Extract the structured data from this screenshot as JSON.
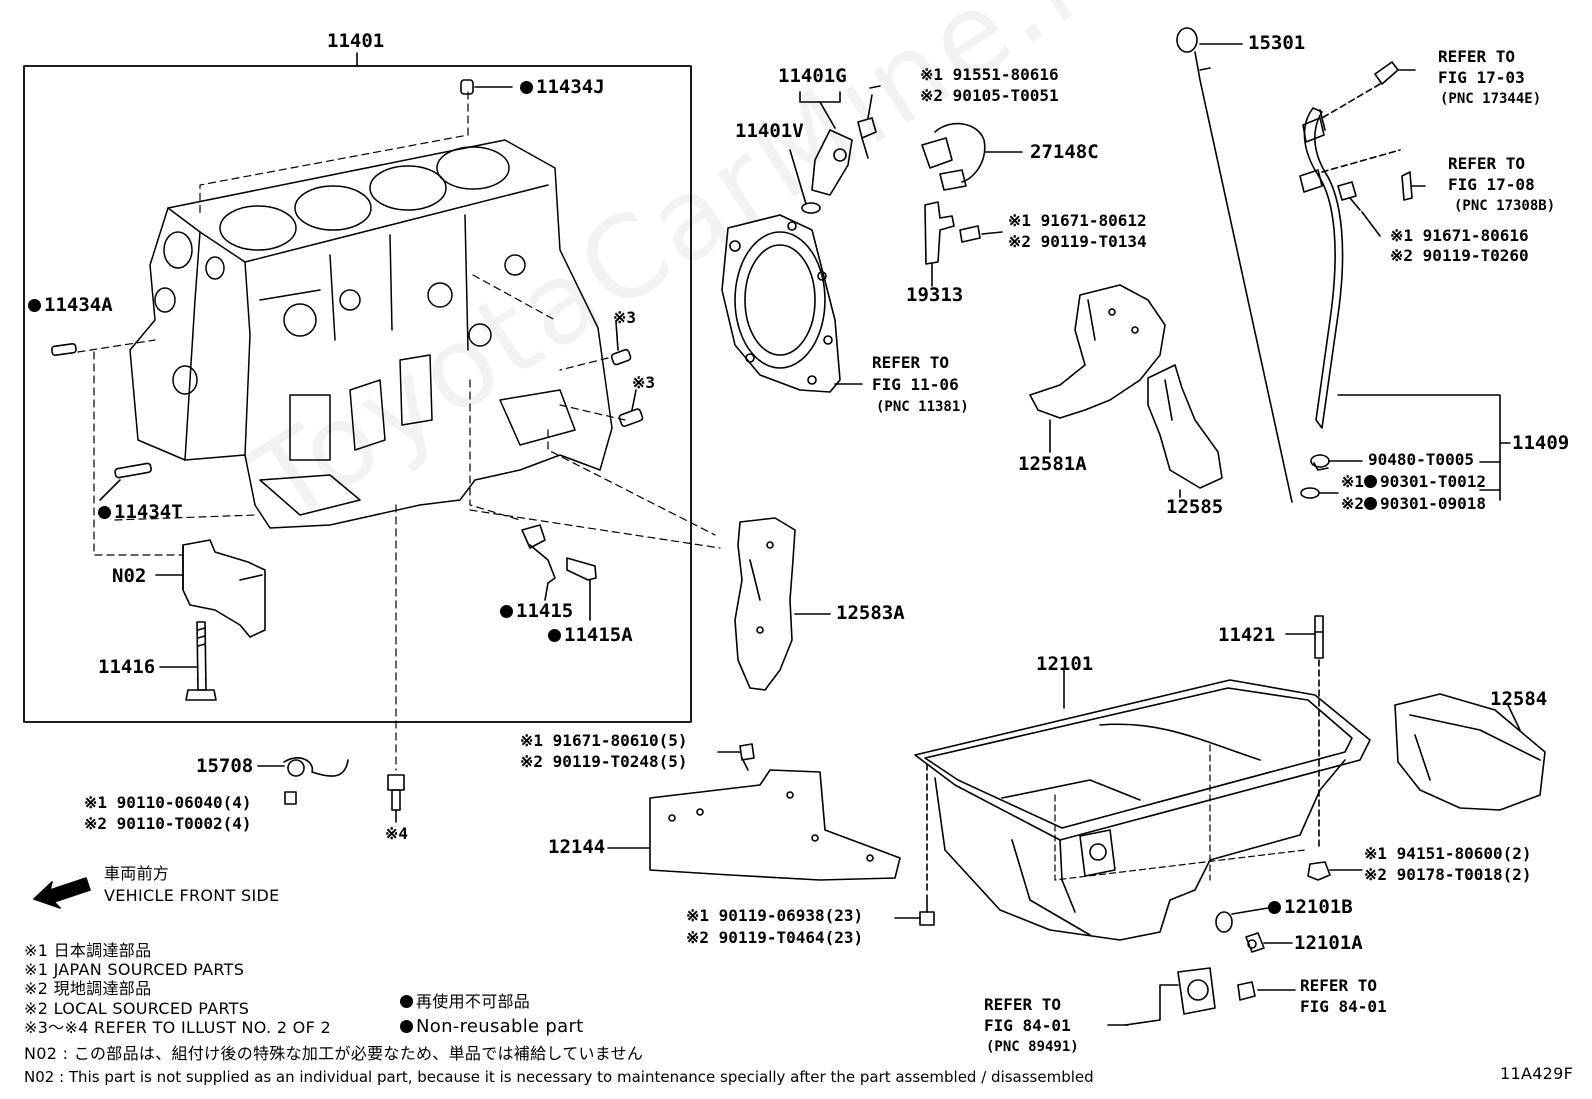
{
  "watermark": "ToyotaCarMine.ru",
  "figure_code": "11A429F",
  "labels": {
    "block": "11401",
    "p11434J": "11434J",
    "p11434A": "11434A",
    "p11434T": "11434T",
    "pN02": "N02",
    "p11416": "11416",
    "p11415": "11415",
    "p11415A": "11415A",
    "note3a": "※3",
    "note3b": "※3",
    "note4": "※4",
    "p11401G": "11401G",
    "p11401V": "11401V",
    "b11401G_1": "※1 91551-80616",
    "b11401G_2": "※2 90105-T0051",
    "p27148C": "27148C",
    "b19313_1": "※1 91671-80612",
    "b19313_2": "※2 90119-T0134",
    "p19313": "19313",
    "ref1106_a": "REFER TO",
    "ref1106_b": "FIG 11-06",
    "ref1106_c": "(PNC 11381)",
    "p12581A": "12581A",
    "p12585": "12585",
    "p12583A": "12583A",
    "p15301": "15301",
    "ref1703_a": "REFER TO",
    "ref1703_b": "FIG 17-03",
    "ref1703_c": "(PNC 17344E)",
    "ref1708_a": "REFER TO",
    "ref1708_b": "FIG 17-08",
    "ref1708_c": "(PNC 17308B)",
    "b1708_1": "※1 91671-80616",
    "b1708_2": "※2 90119-T0260",
    "p11409": "11409",
    "s11409_a": "90480-T0005",
    "s11409_b": "※1",
    "s11409_b2": "90301-T0012",
    "s11409_c": "※2",
    "s11409_c2": "90301-09018",
    "p11421": "11421",
    "p12101": "12101",
    "p12584": "12584",
    "b12144_1": "※1 91671-80610(5)",
    "b12144_2": "※2 90119-T0248(5)",
    "p12144": "12144",
    "p15708": "15708",
    "b15708_1": "※1 90110-06040(4)",
    "b15708_2": "※2 90110-T0002(4)",
    "bpan_1": "※1 90119-06938(23)",
    "bpan_2": "※2 90119-T0464(23)",
    "nut_1": "※1 94151-80600(2)",
    "nut_2": "※2 90178-T0018(2)",
    "p12101B": "12101B",
    "p12101A": "12101A",
    "ref8401_a": "REFER TO",
    "ref8401_b": "FIG 84-01",
    "ref8401_c": "(PNC 89491)",
    "ref8401r_a": "REFER TO",
    "ref8401r_b": "FIG 84-01"
  },
  "legend": {
    "front_jp": "車両前方",
    "front_en": "VEHICLE FRONT SIDE",
    "l1": "※1  日本調達部品",
    "l2": "※1  JAPAN SOURCED PARTS",
    "l3": "※2  現地調達部品",
    "l4": "※2  LOCAL SOURCED PARTS",
    "l5": "※3～※4  REFER TO ILLUST NO. 2 OF 2",
    "nr_jp": "再使用不可部品",
    "nr_en": "Non-reusable part",
    "n02_jp": "N02 : この部品は、組付け後の特殊な加工が必要なため、単品では補給していません",
    "n02_en": "N02 : This part is not supplied as an individual part, because it is necessary to maintenance specially after the part assembled / disassembled"
  }
}
